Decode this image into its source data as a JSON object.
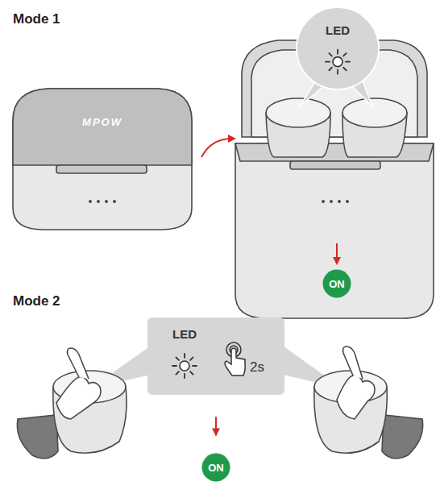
{
  "diagram": {
    "nodes": [
      {
        "text": [
          "LED"
        ]
      },
      {
        "text": [
          "ON"
        ]
      },
      {
        "text": [
          "LED",
          "2s"
        ]
      },
      {
        "text": [
          "ON"
        ]
      }
    ],
    "edges": [
      {
        "from": 2,
        "to": 3,
        "arrow": "to"
      }
    ],
    "labels": [
      "Mode 1",
      "MPOW",
      "Mode 2"
    ]
  }
}
